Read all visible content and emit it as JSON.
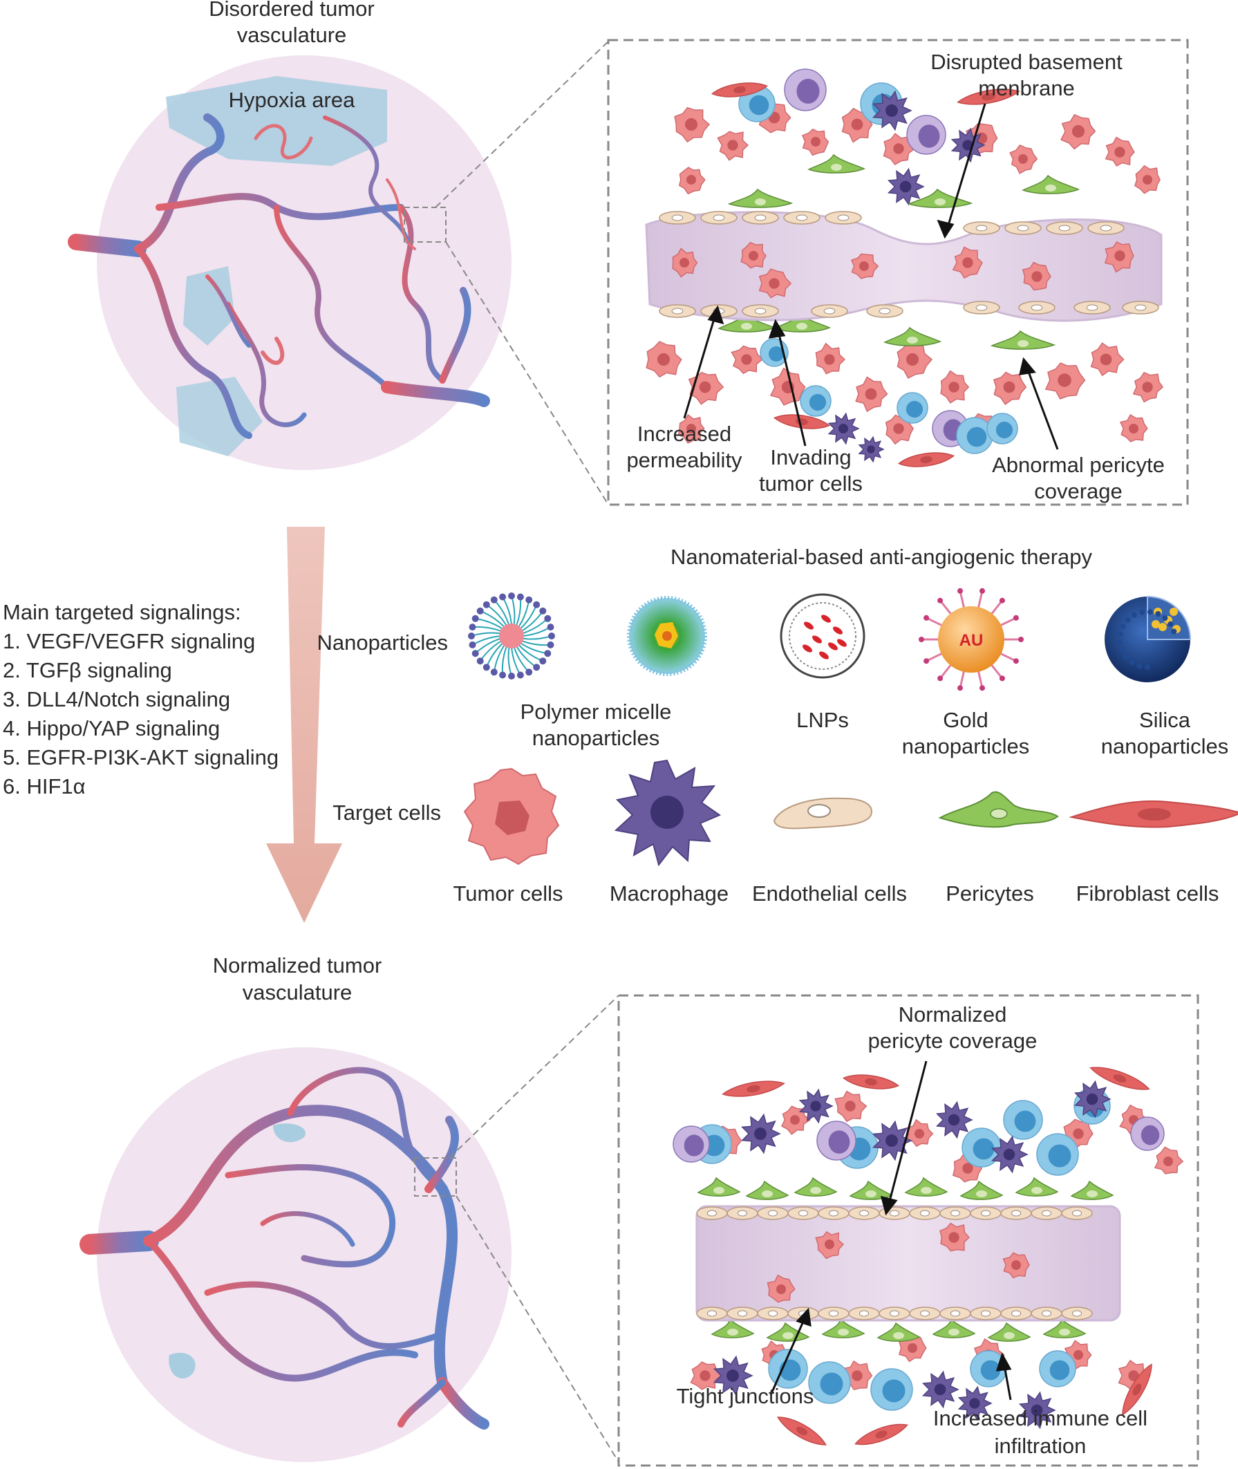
{
  "top": {
    "circle_title": [
      "Disordered tumor",
      "vasculature"
    ],
    "hypoxia_label": "Hypoxia area",
    "inset_labels": {
      "basement": [
        "Disrupted basement",
        "menbrane"
      ],
      "permeability": [
        "Increased",
        "permeability"
      ],
      "invading": [
        "Invading",
        "tumor cells"
      ],
      "pericyte": [
        "Abnormal pericyte",
        "coverage"
      ]
    }
  },
  "signaling": {
    "title": "Main targeted signalings:",
    "items": [
      "1. VEGF/VEGFR signaling",
      "2. TGFβ signaling",
      "3. DLL4/Notch signaling",
      "4. Hippo/YAP signaling",
      "5. EGFR-PI3K-AKT signaling",
      "6. HIF1α"
    ]
  },
  "therapy": {
    "title": "Nanomaterial-based anti-angiogenic therapy",
    "nanoparticles_label": "Nanoparticles",
    "nanoparticles": [
      {
        "name": [
          "Polymer micelle",
          "nanoparticles"
        ]
      },
      {
        "name": [
          "LNPs"
        ]
      },
      {
        "name": [
          "Gold",
          "nanoparticles"
        ],
        "badge": "AU"
      },
      {
        "name": [
          "Silica",
          "nanoparticles"
        ]
      }
    ],
    "target_cells_label": "Target cells",
    "target_cells": [
      "Tumor cells",
      "Macrophage",
      "Endothelial cells",
      "Pericytes",
      "Fibroblast cells"
    ]
  },
  "bottom": {
    "circle_title": [
      "Normalized tumor",
      "vasculature"
    ],
    "inset_labels": {
      "pericyte": [
        "Normalized",
        "pericyte coverage"
      ],
      "tight": "Tight junctions",
      "immune": [
        "Increased immune cell",
        "infiltration"
      ]
    }
  },
  "colors": {
    "tumor": "#ef8d8d",
    "tumor_core": "#c9585c",
    "macrophage": "#6a5a9e",
    "endothelial": "#f2dcc4",
    "pericyte": "#8fc65a",
    "fibroblast": "#e36262",
    "lymphocyte": "#8cc8e8",
    "vessel_lumen": "#dccbe4",
    "circle_bg": "#f1e3ef",
    "hypoxia": "#a9cde0",
    "arrow": "#e8bdb4"
  }
}
